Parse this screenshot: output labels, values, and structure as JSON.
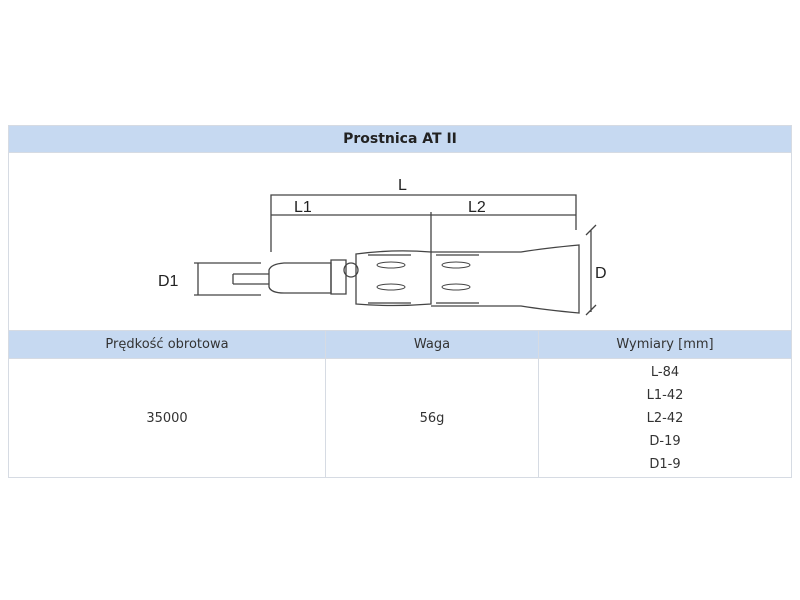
{
  "title": "Prostnica AT II",
  "diagram": {
    "labels": {
      "L": "L",
      "L1": "L1",
      "L2": "L2",
      "D": "D",
      "D1": "D1"
    }
  },
  "table": {
    "headers": [
      "Prędkość obrotowa",
      "Waga",
      "Wymiary [mm]"
    ],
    "speed": "35000",
    "weight": "56g",
    "dimensions": [
      "L-84",
      "L1-42",
      "L2-42",
      "D-19",
      "D1-9"
    ]
  }
}
